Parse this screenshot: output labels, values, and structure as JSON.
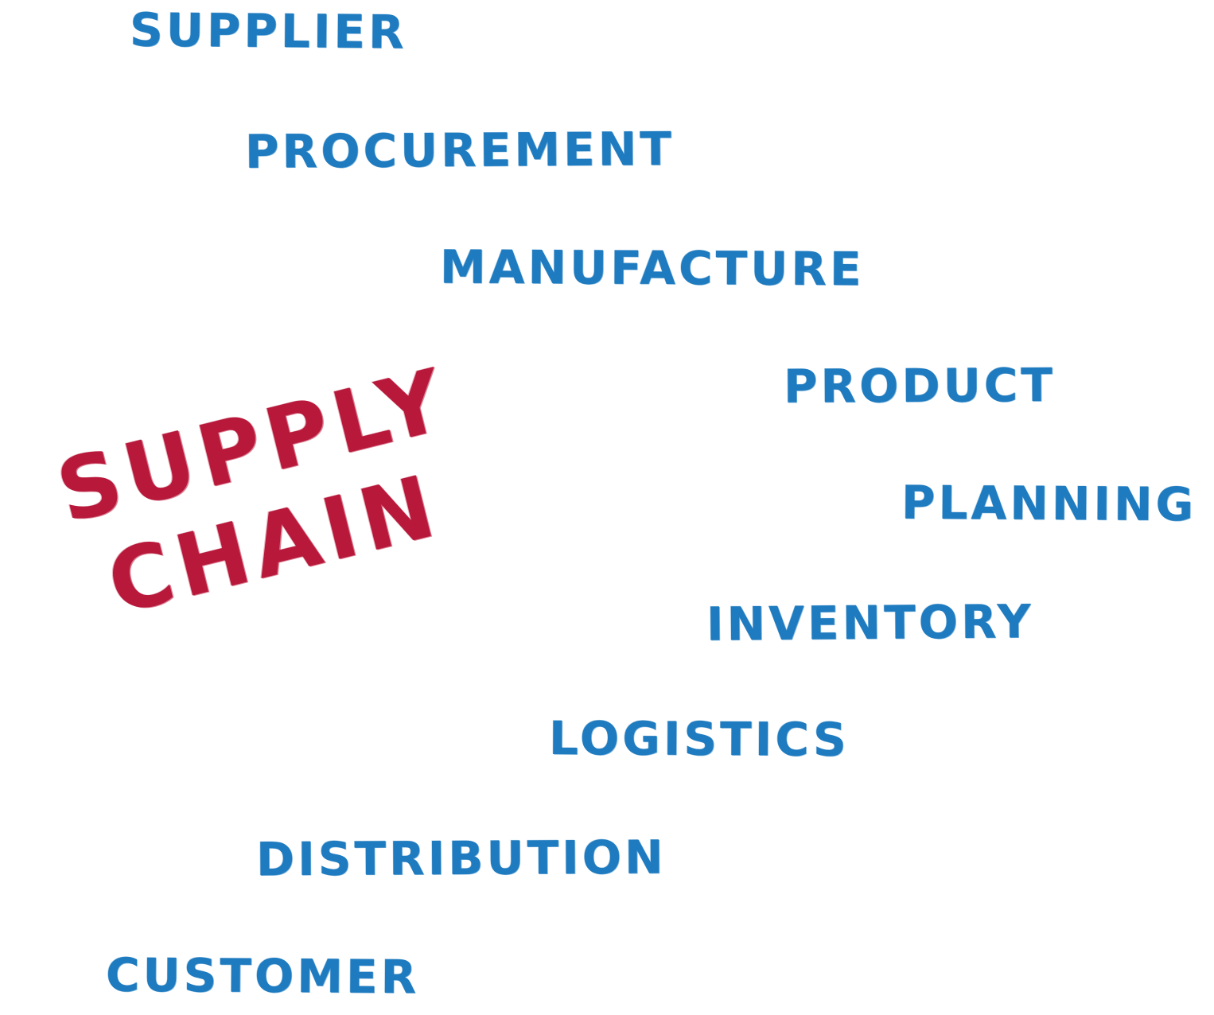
{
  "title": {
    "line1": "SUPPLY",
    "line2": "CHAIN",
    "color": "#b8183a"
  },
  "words": {
    "supplier": "SUPPLIER",
    "procurement": "PROCUREMENT",
    "manufacture": "MANUFACTURE",
    "product": "PRODUCT",
    "planning": "PLANNING",
    "inventory": "INVENTORY",
    "logistics": "LOGISTICS",
    "distribution": "DISTRIBUTION",
    "customer": "CUSTOMER",
    "color": "#1f7bbf"
  }
}
